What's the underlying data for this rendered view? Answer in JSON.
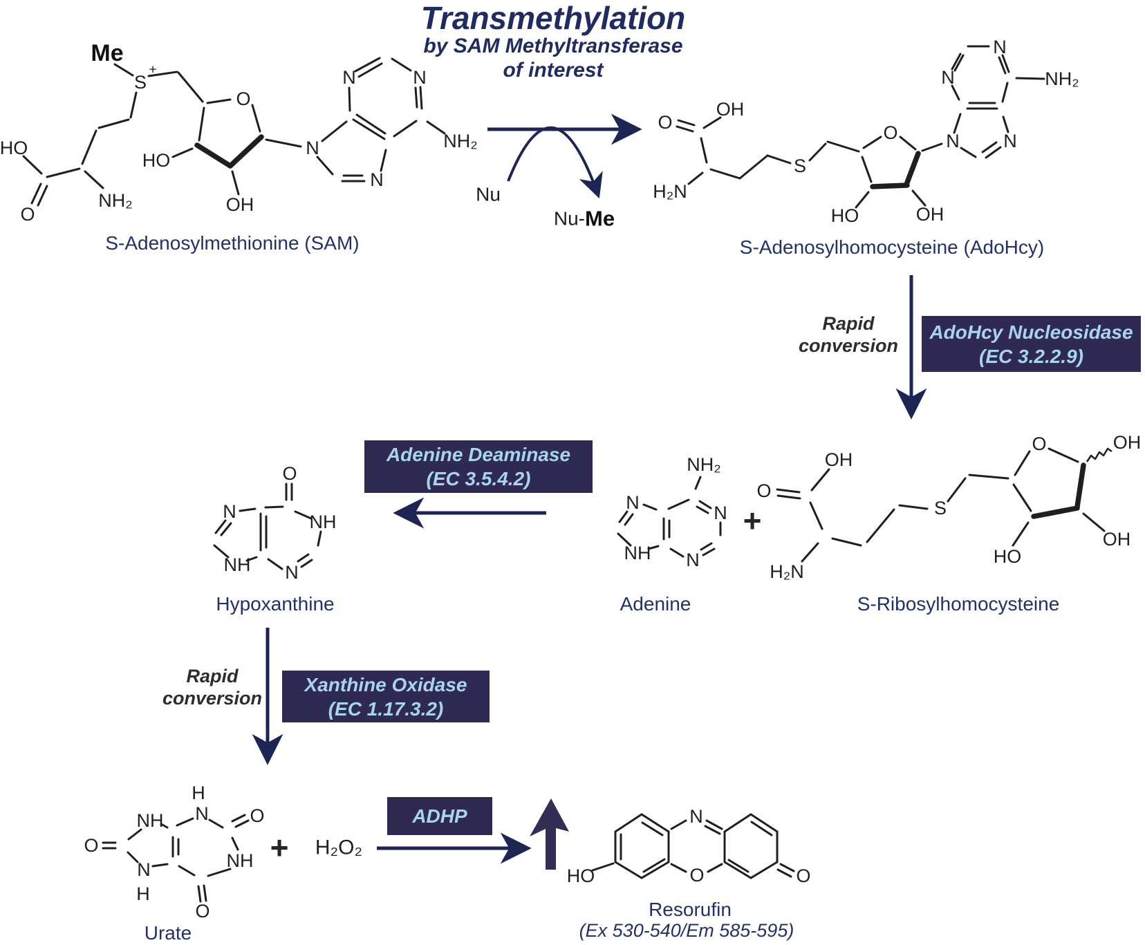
{
  "title": {
    "main": "Transmethylation",
    "subtitle1": "by SAM Methyltransferase",
    "subtitle2": "of interest"
  },
  "molecule_labels": {
    "sam": "S-Adenosylmethionine (SAM)",
    "adohcy": "S-Adenosylhomocysteine (AdoHcy)",
    "hypoxanthine": "Hypoxanthine",
    "adenine": "Adenine",
    "s_ribosylhomocysteine": "S-Ribosylhomocysteine",
    "urate": "Urate",
    "resorufin": "Resorufin",
    "resorufin_exem": "(Ex 530-540/Em 585-595)"
  },
  "enzymes": {
    "adohcy_nucleosidase": {
      "name": "AdoHcy Nucleosidase",
      "ec": "(EC 3.2.2.9)"
    },
    "adenine_deaminase": {
      "name": "Adenine Deaminase",
      "ec": "(EC 3.5.4.2)"
    },
    "xanthine_oxidase": {
      "name": "Xanthine Oxidase",
      "ec": "(EC 1.17.3.2)"
    },
    "adhp": {
      "name": "ADHP"
    }
  },
  "annotations": {
    "rapid_line1": "Rapid",
    "rapid_line2": "conversion"
  },
  "reaction": {
    "nu": "Nu",
    "nu_prefix": "Nu-",
    "me": "Me"
  },
  "symbols": {
    "plus": "+",
    "h2o2": "H₂O₂"
  },
  "atoms": {
    "me": "Me",
    "s": "S",
    "charge": "+",
    "ho": "HO",
    "oh": "OH",
    "o": "O",
    "n": "N",
    "nh": "NH",
    "nh2": "NH₂",
    "h2n": "H₂N",
    "h": "H"
  },
  "colors": {
    "navy_text": "#1f2b61",
    "label_navy": "#223169",
    "badge_bg": "#2e2a52",
    "badge_text": "#a9d5ec",
    "arrow_navy": "#1c2553",
    "block_arrow": "#332e55",
    "structure_black": "#1f1f1f"
  }
}
